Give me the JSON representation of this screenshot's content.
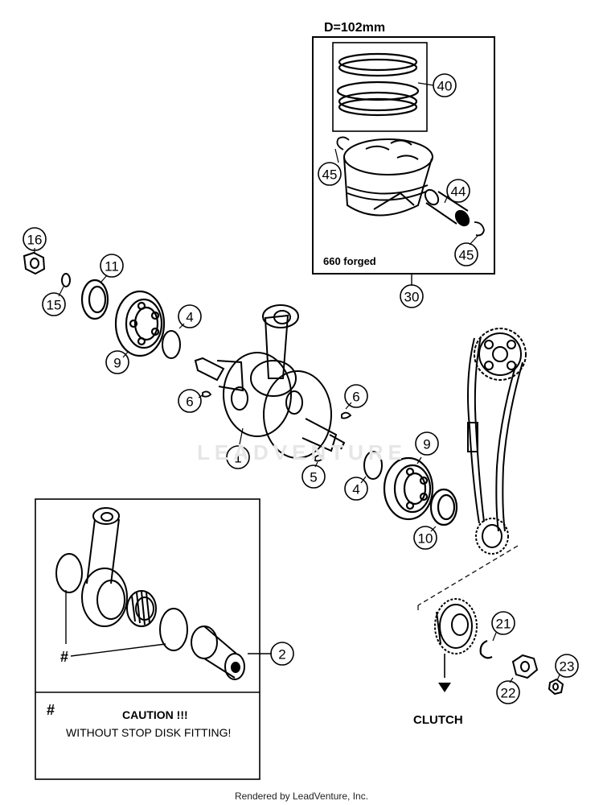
{
  "header": {
    "dimension": "D=102mm"
  },
  "piston_box": {
    "variant_label": "660 forged"
  },
  "callouts": {
    "c1": "1",
    "c2": "2",
    "c4a": "4",
    "c4b": "4",
    "c5": "5",
    "c6a": "6",
    "c6b": "6",
    "c9a": "9",
    "c9b": "9",
    "c10": "10",
    "c11": "11",
    "c15": "15",
    "c16": "16",
    "c21": "21",
    "c22": "22",
    "c23": "23",
    "c30": "30",
    "c40": "40",
    "c44": "44",
    "c45a": "45",
    "c45b": "45"
  },
  "detail_box": {
    "hash_mark": "#",
    "caution_hash": "#",
    "caution_title": "CAUTION !!!",
    "caution_text": "WITHOUT STOP DISK FITTING!"
  },
  "clutch_label": "CLUTCH",
  "watermark": "LEADVENTURE",
  "footer": "Rendered by LeadVenture, Inc."
}
